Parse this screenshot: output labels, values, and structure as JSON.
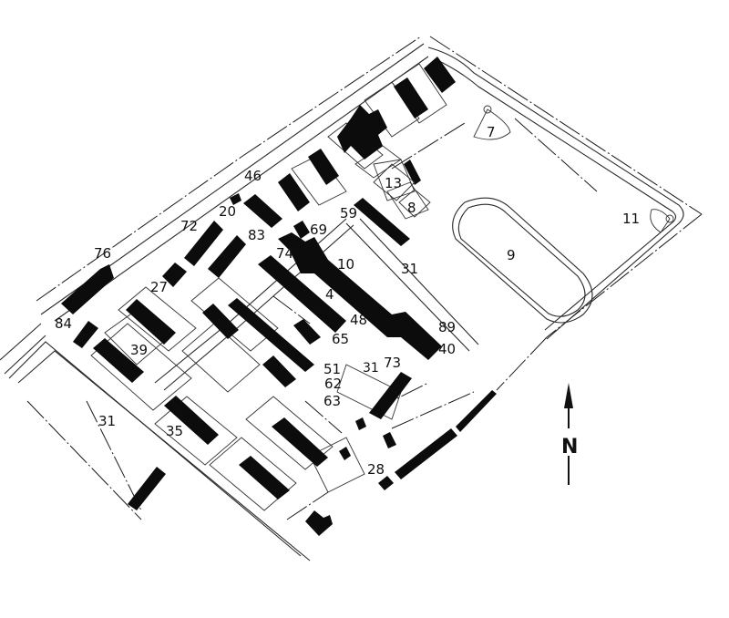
{
  "map": {
    "type": "site-plan",
    "background_color": "#ffffff",
    "ink_color": "#0c0c0c",
    "north_arrow": {
      "label": "N",
      "direction": "up"
    },
    "building_labels": [
      {
        "id": "7",
        "text": "7"
      },
      {
        "id": "8",
        "text": "8"
      },
      {
        "id": "9",
        "text": "9"
      },
      {
        "id": "10",
        "text": "10"
      },
      {
        "id": "11",
        "text": "11"
      },
      {
        "id": "13",
        "text": "13"
      },
      {
        "id": "20",
        "text": "20"
      },
      {
        "id": "27",
        "text": "27"
      },
      {
        "id": "28",
        "text": "28"
      },
      {
        "id": "31a",
        "text": "31"
      },
      {
        "id": "31b",
        "text": "31"
      },
      {
        "id": "31c",
        "text": "31"
      },
      {
        "id": "35",
        "text": "35"
      },
      {
        "id": "39",
        "text": "39"
      },
      {
        "id": "4",
        "text": "4"
      },
      {
        "id": "40",
        "text": "40"
      },
      {
        "id": "46",
        "text": "46"
      },
      {
        "id": "48",
        "text": "48"
      },
      {
        "id": "51",
        "text": "51"
      },
      {
        "id": "59",
        "text": "59"
      },
      {
        "id": "62",
        "text": "62"
      },
      {
        "id": "63",
        "text": "63"
      },
      {
        "id": "65",
        "text": "65"
      },
      {
        "id": "69",
        "text": "69"
      },
      {
        "id": "72",
        "text": "72"
      },
      {
        "id": "73",
        "text": "73"
      },
      {
        "id": "74",
        "text": "74"
      },
      {
        "id": "76",
        "text": "76"
      },
      {
        "id": "83",
        "text": "83"
      },
      {
        "id": "84",
        "text": "84"
      },
      {
        "id": "89",
        "text": "89"
      }
    ]
  }
}
